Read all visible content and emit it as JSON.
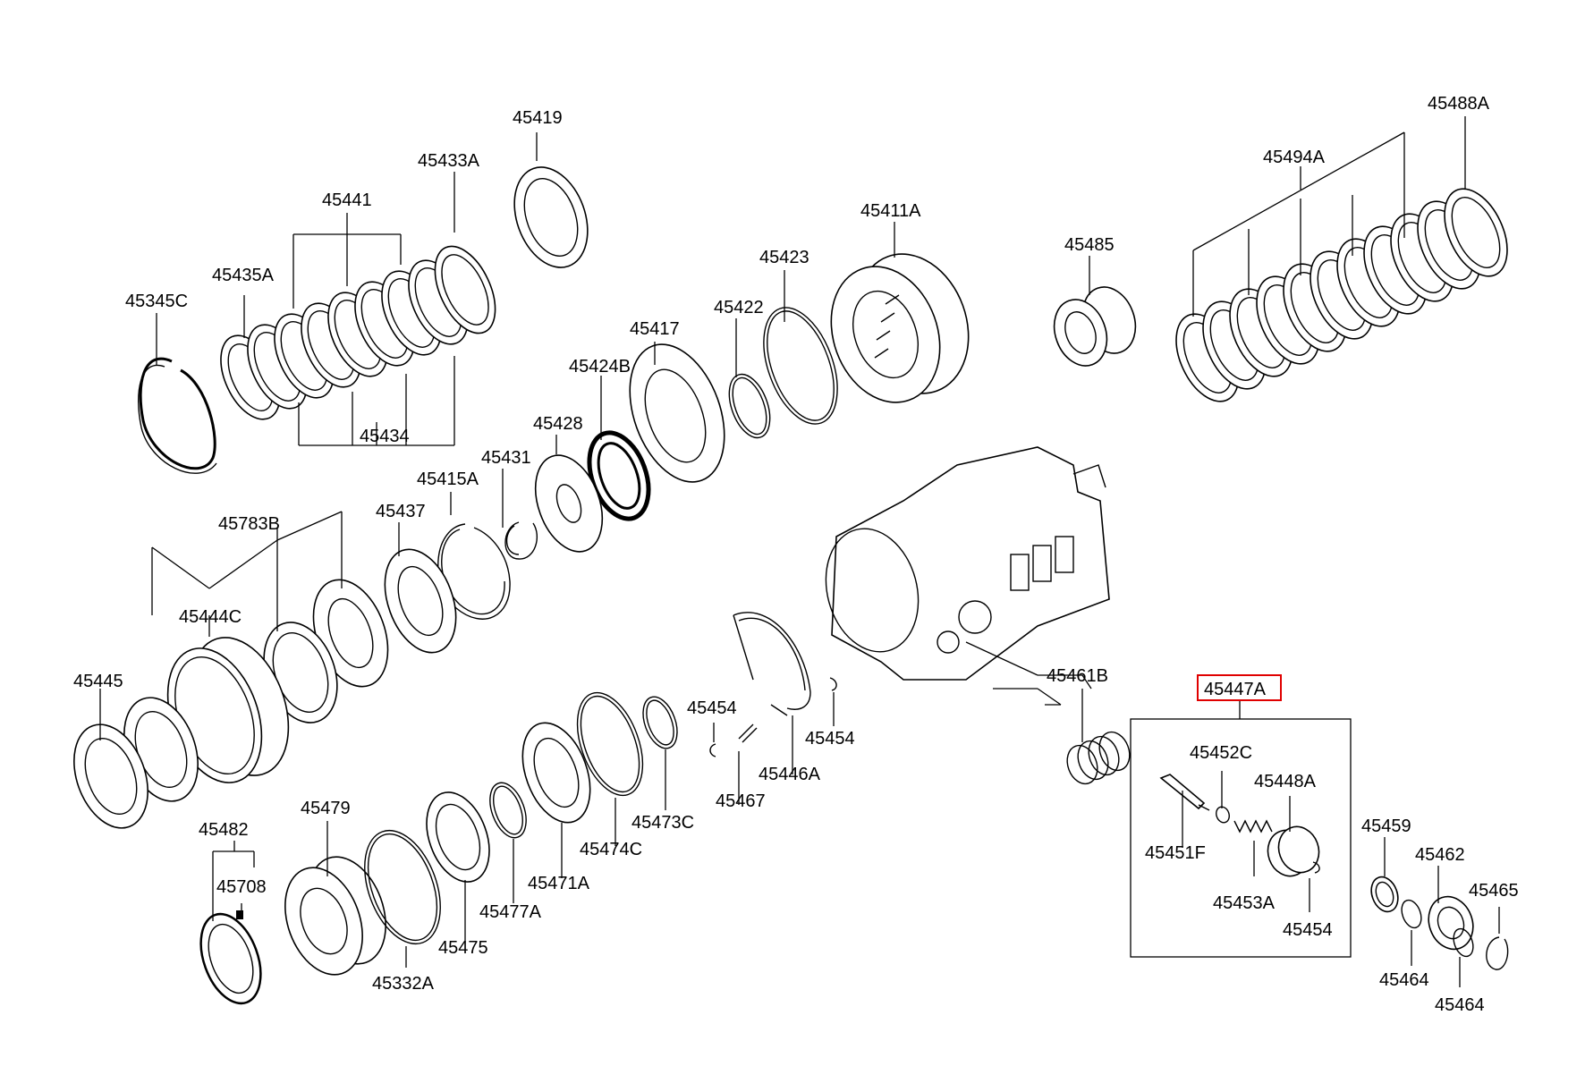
{
  "diagram": {
    "highlight_color": "#e00000",
    "labels": {
      "p45419": "45419",
      "p45433A": "45433A",
      "p45441": "45441",
      "p45435A": "45435A",
      "p45345C": "45345C",
      "p45434": "45434",
      "p45411A": "45411A",
      "p45423": "45423",
      "p45422": "45422",
      "p45417": "45417",
      "p45424B": "45424B",
      "p45428": "45428",
      "p45431": "45431",
      "p45415A": "45415A",
      "p45437": "45437",
      "p45783B": "45783B",
      "p45444C": "45444C",
      "p45445": "45445",
      "p45485": "45485",
      "p45488A": "45488A",
      "p45494A": "45494A",
      "p45461B": "45461B",
      "p45447A": "45447A",
      "p45452C": "45452C",
      "p45448A": "45448A",
      "p45451F": "45451F",
      "p45453A": "45453A",
      "p45454_box": "45454",
      "p45454_left": "45454",
      "p45454_right": "45454",
      "p45467": "45467",
      "p45446A": "45446A",
      "p45473C": "45473C",
      "p45474C": "45474C",
      "p45471A": "45471A",
      "p45477A": "45477A",
      "p45475": "45475",
      "p45332A": "45332A",
      "p45479": "45479",
      "p45482": "45482",
      "p45708": "45708",
      "p45459": "45459",
      "p45462": "45462",
      "p45465": "45465",
      "p45464_a": "45464",
      "p45464_b": "45464"
    }
  }
}
